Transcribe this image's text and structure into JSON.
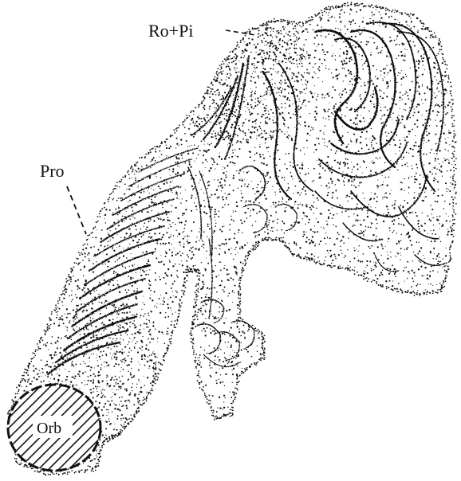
{
  "labels": {
    "ro_pi": "Ro+Pi",
    "pro": "Pro",
    "orb": "Orb"
  },
  "colors": {
    "ink": "#111111",
    "paper": "#ffffff"
  }
}
